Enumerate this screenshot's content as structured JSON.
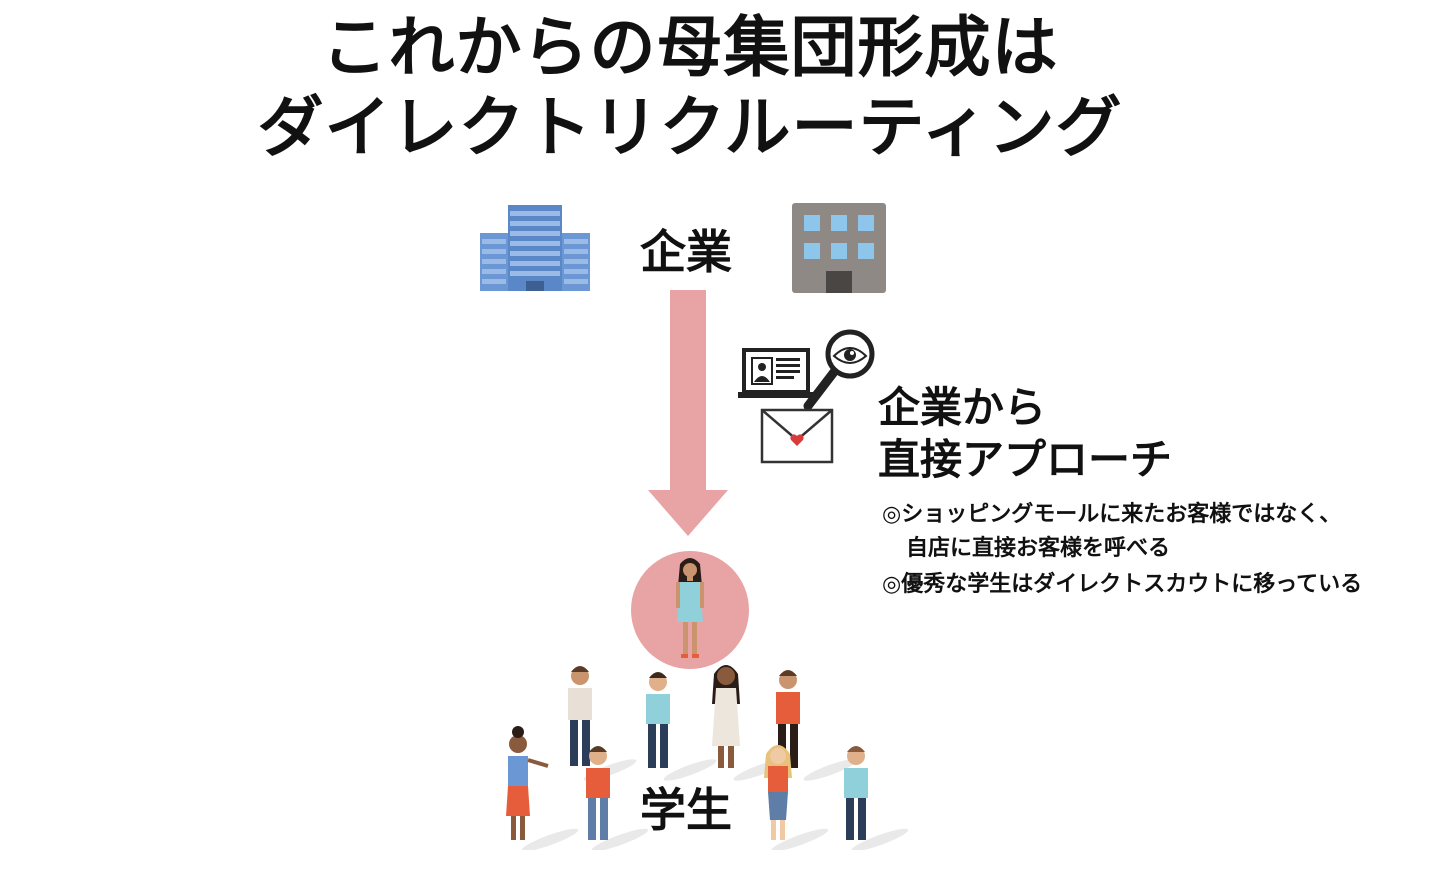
{
  "title": {
    "line1": "これからの母集団形成は",
    "line2": "ダイレクトリクルーティング"
  },
  "company": {
    "label": "企業"
  },
  "approach": {
    "line1": "企業から",
    "line2": "直接アプローチ"
  },
  "notes": [
    "◎ショッピングモールに来たお客様ではなく、",
    "自店に直接お客様を呼べる",
    "◎優秀な学生はダイレクトスカウトに移っている"
  ],
  "students": {
    "label": "学生"
  },
  "colors": {
    "arrow": "#e8a3a5",
    "highlight_circle": "#e8a3a5",
    "building_blue": "#5a87c7",
    "building_gray": "#8f8985",
    "heart": "#d93a3a"
  },
  "icons": [
    "blue-office-building-icon",
    "gray-office-building-icon",
    "laptop-profile-icon",
    "magnifier-eye-icon",
    "envelope-heart-icon",
    "person-figure-icon"
  ]
}
